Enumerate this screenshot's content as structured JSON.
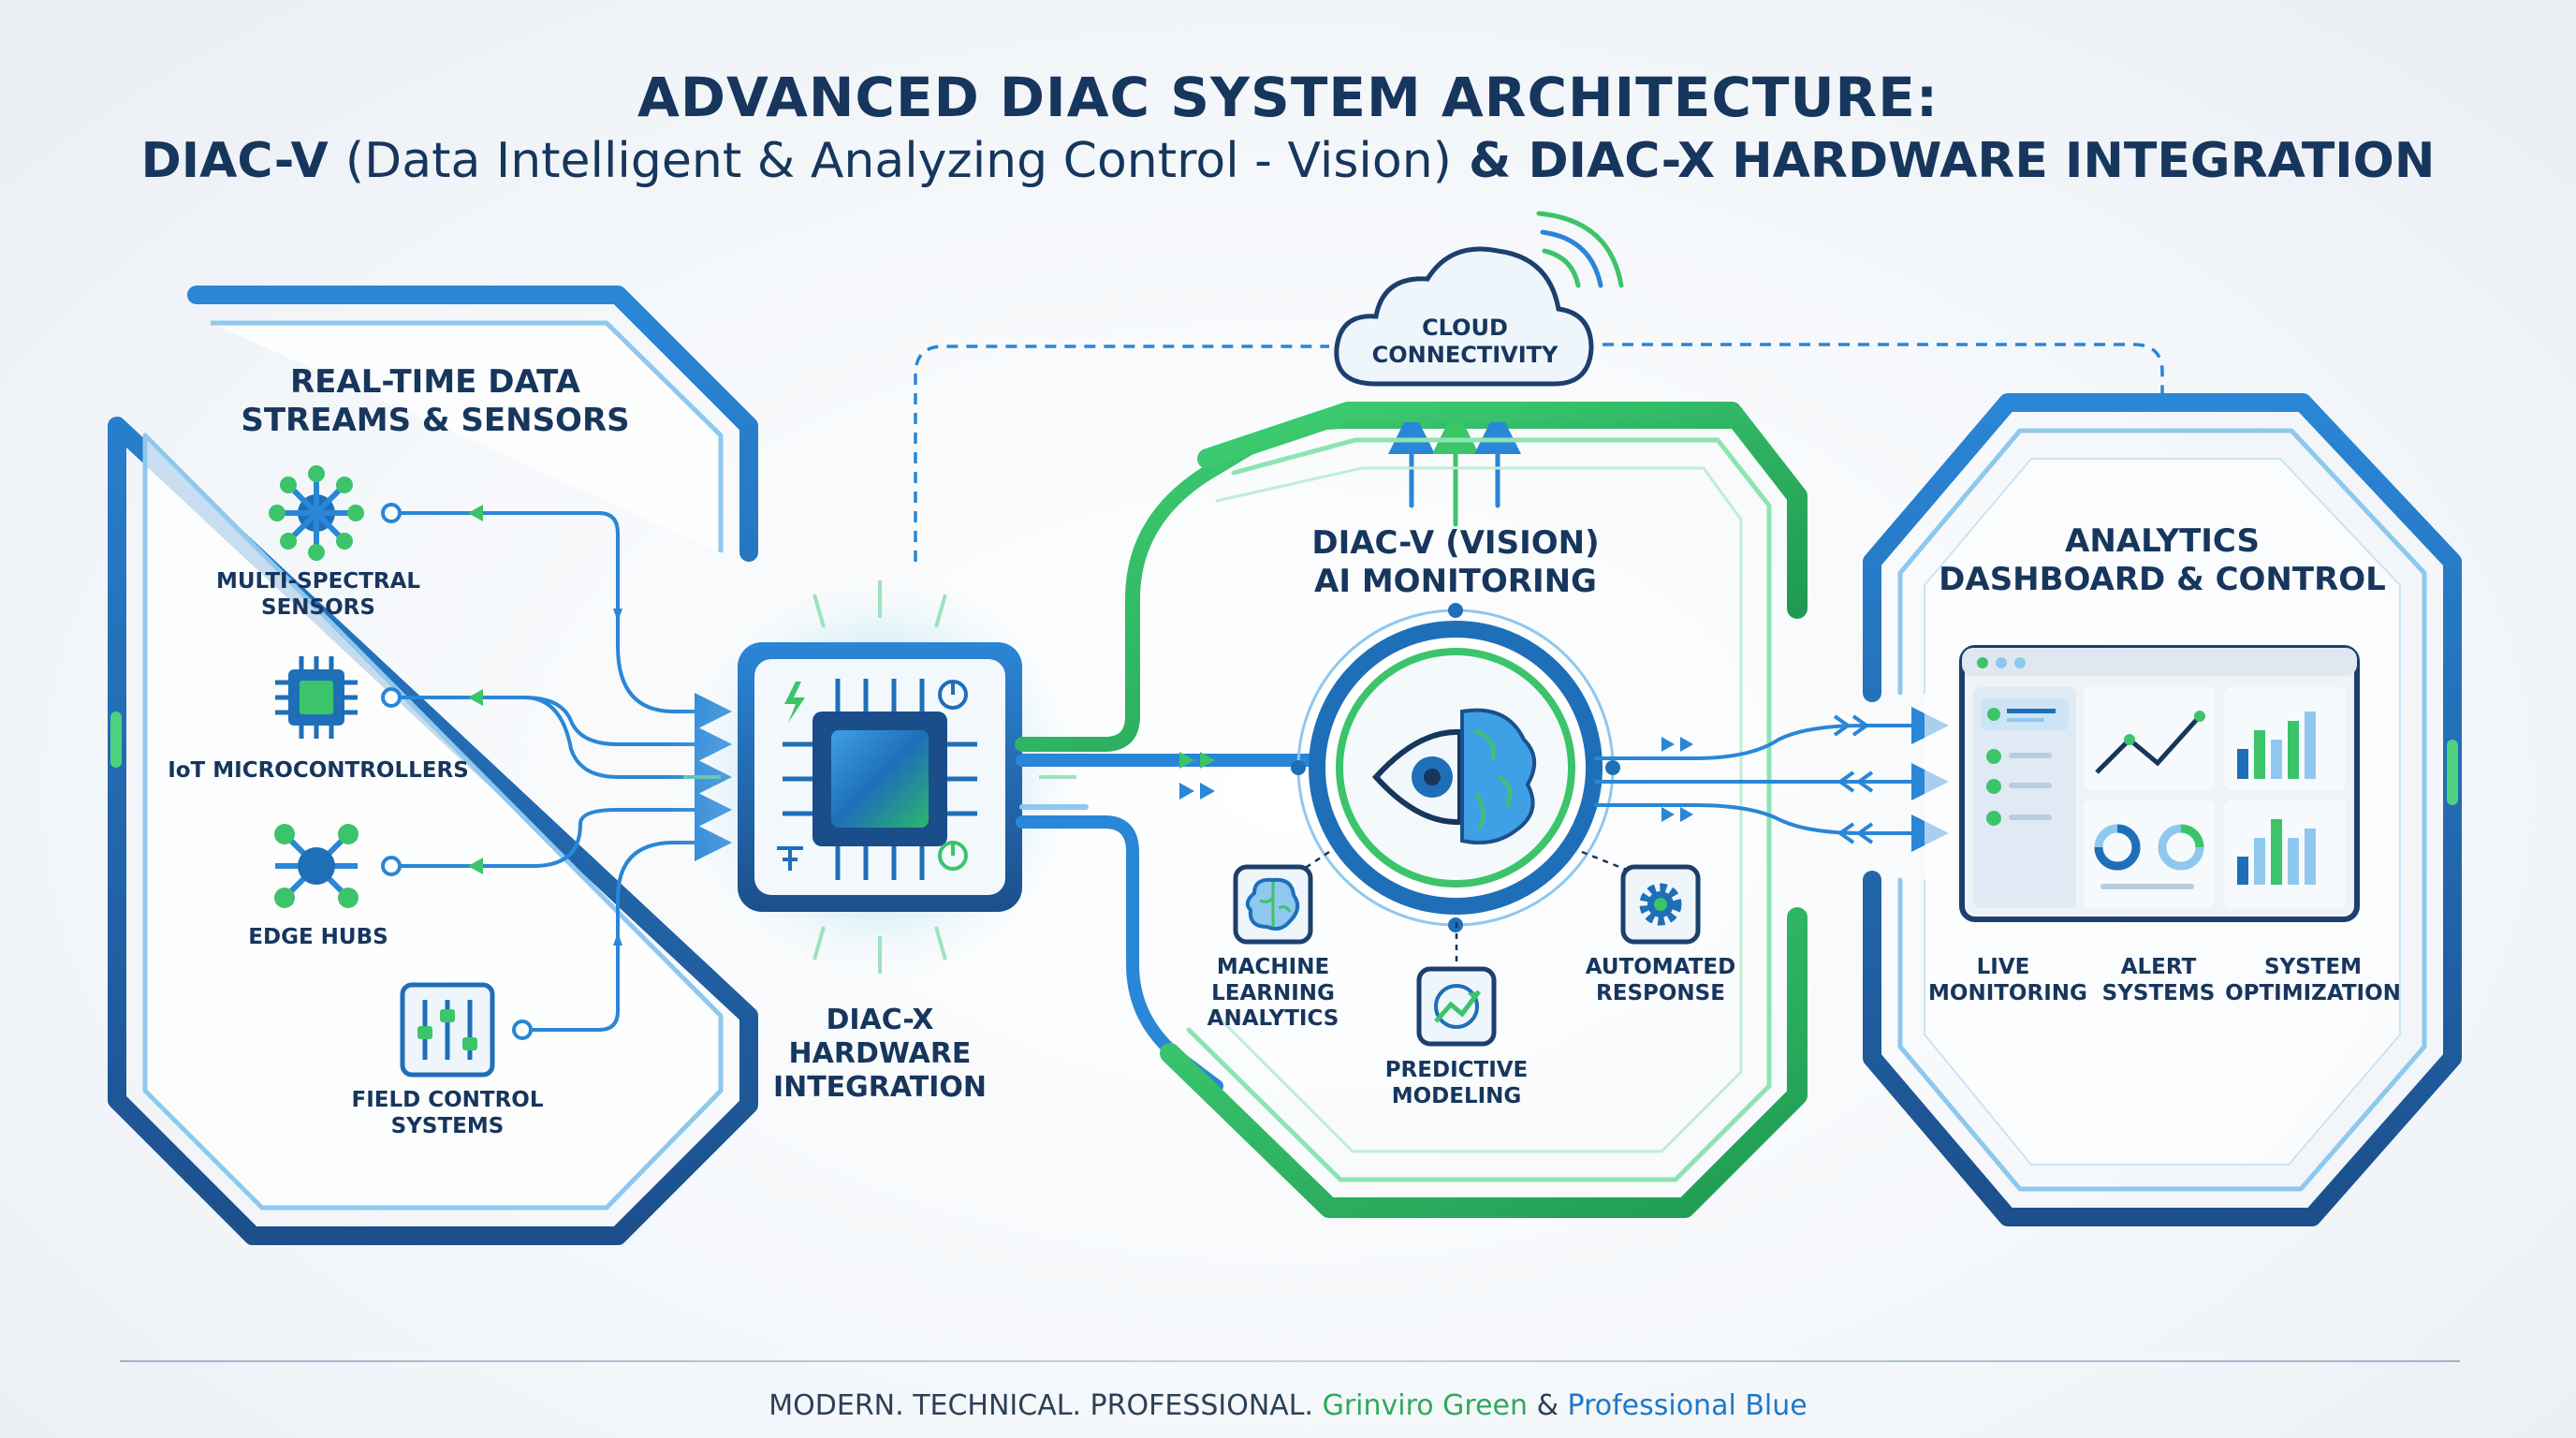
{
  "title": {
    "line1": "ADVANCED DIAC SYSTEM ARCHITECTURE:",
    "line2_bold_a": "DIAC-V ",
    "line2_regular": "(Data Intelligent & Analyzing Control - Vision)",
    "line2_bold_b": " & DIAC-X HARDWARE INTEGRATION"
  },
  "left_panel": {
    "header": [
      "REAL-TIME DATA",
      "STREAMS & SENSORS"
    ],
    "items": [
      {
        "label": [
          "MULTI-SPECTRAL",
          "SENSORS"
        ],
        "icon": "network-node-icon"
      },
      {
        "label": [
          "IoT MICROCONTROLLERS"
        ],
        "icon": "microchip-icon"
      },
      {
        "label": [
          "EDGE HUBS"
        ],
        "icon": "hub-icon"
      },
      {
        "label": [
          "FIELD CONTROL",
          "SYSTEMS"
        ],
        "icon": "sliders-icon"
      }
    ]
  },
  "hardware": {
    "label": [
      "DIAC-X",
      "HARDWARE",
      "INTEGRATION"
    ]
  },
  "cloud": {
    "label": [
      "CLOUD",
      "CONNECTIVITY"
    ]
  },
  "vision_panel": {
    "header": [
      "DIAC-V (VISION)",
      "AI MONITORING"
    ],
    "items": [
      {
        "label": [
          "MACHINE",
          "LEARNING",
          "ANALYTICS"
        ],
        "icon": "brain-icon"
      },
      {
        "label": [
          "PREDICTIVE",
          "MODELING"
        ],
        "icon": "trend-chart-icon"
      },
      {
        "label": [
          "AUTOMATED",
          "RESPONSE"
        ],
        "icon": "gear-icon"
      }
    ]
  },
  "analytics_panel": {
    "header": [
      "ANALYTICS",
      "DASHBOARD & CONTROL"
    ],
    "items": [
      {
        "label": [
          "LIVE",
          "MONITORING"
        ]
      },
      {
        "label": [
          "ALERT",
          "SYSTEMS"
        ]
      },
      {
        "label": [
          "SYSTEM",
          "OPTIMIZATION"
        ]
      }
    ]
  },
  "footer": {
    "text": "MODERN. TECHNICAL. PROFESSIONAL. ",
    "green": "Grinviro Green",
    "amp": " & ",
    "blue": "Professional Blue"
  },
  "colors": {
    "navy": "#17365d",
    "blue": "#1f78c9",
    "green": "#3cc46a",
    "light_blue": "#8fc8ee"
  }
}
